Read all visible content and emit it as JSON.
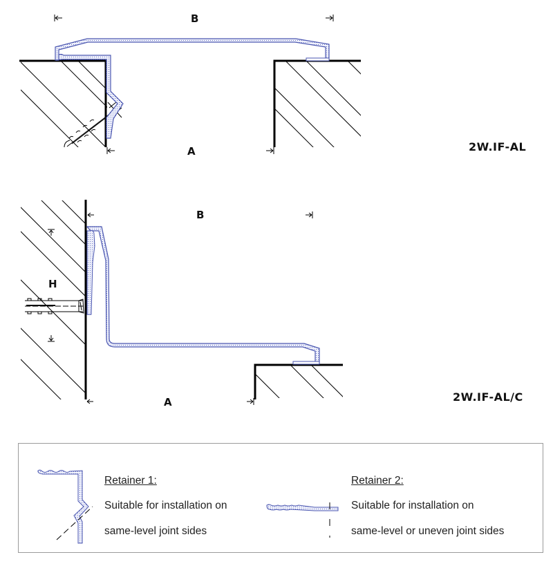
{
  "diagram_1": {
    "dimension_top": "B",
    "dimension_bottom": "A",
    "product_code": "2W.IF-AL"
  },
  "diagram_2": {
    "dimension_top": "B",
    "dimension_bottom": "A",
    "dimension_side": "H",
    "product_code": "2W.IF-AL/C"
  },
  "legend": {
    "retainer_1": {
      "title": "Retainer 1:",
      "line1": "Suitable for installation on",
      "line2": "same-level joint sides"
    },
    "retainer_2": {
      "title": "Retainer 2:",
      "line1": "Suitable for installation on",
      "line2": "same-level or uneven joint sides"
    }
  },
  "colors": {
    "profile": "#4a56b0",
    "profile_fill": "#dfe3f7",
    "structure": "#000000",
    "border": "#9a9a9a"
  }
}
